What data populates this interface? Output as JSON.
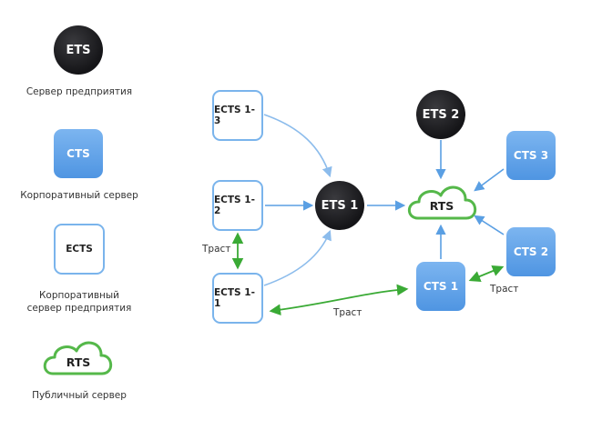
{
  "legend": {
    "ets": {
      "label": "ETS",
      "caption": "Сервер предприятия"
    },
    "cts": {
      "label": "CTS",
      "caption": "Корпоративный сервер"
    },
    "ects": {
      "label": "ECTS",
      "caption_line1": "Корпоративный",
      "caption_line2": "сервер предприятия"
    },
    "rts": {
      "label": "RTS",
      "caption": "Публичный сервер"
    }
  },
  "nodes": {
    "ects_1_3": "ECTS 1-3",
    "ects_1_2": "ECTS 1-2",
    "ects_1_1": "ECTS 1-1",
    "ets_1": "ETS 1",
    "ets_2": "ETS 2",
    "rts": "RTS",
    "cts_1": "CTS 1",
    "cts_2": "CTS 2",
    "cts_3": "CTS 3"
  },
  "edge_labels": {
    "trust_ects": "Траст",
    "trust_bottom": "Траст",
    "trust_cts": "Траст"
  },
  "colors": {
    "arrow_blue": "#5a9fe3",
    "trust_green": "#3aaa35",
    "ets_dark": "#1a1a1d",
    "cts_blue": "#5a9de6",
    "rts_green": "#55b84a"
  }
}
